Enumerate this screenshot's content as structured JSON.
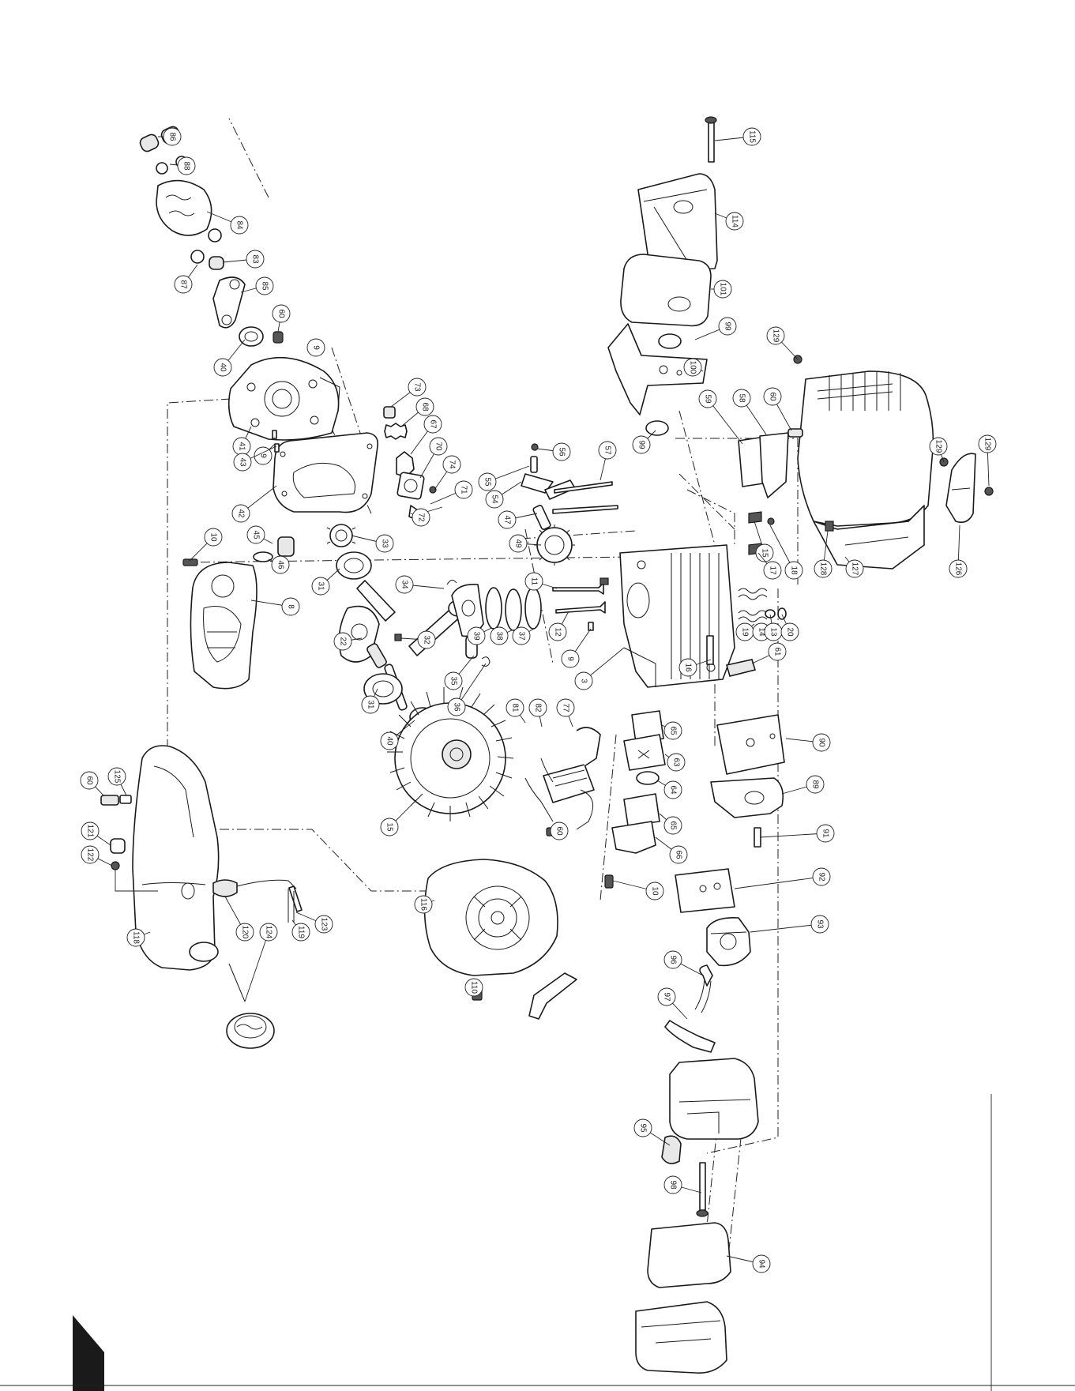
{
  "callouts": [
    {
      "n": "86"
    },
    {
      "n": "88"
    },
    {
      "n": "84"
    },
    {
      "n": "83"
    },
    {
      "n": "87"
    },
    {
      "n": "85"
    },
    {
      "n": "60"
    },
    {
      "n": "40"
    },
    {
      "n": "9"
    },
    {
      "n": "41"
    },
    {
      "n": "9"
    },
    {
      "n": "43"
    },
    {
      "n": "42"
    },
    {
      "n": "73"
    },
    {
      "n": "68"
    },
    {
      "n": "67"
    },
    {
      "n": "70"
    },
    {
      "n": "74"
    },
    {
      "n": "72"
    },
    {
      "n": "71"
    },
    {
      "n": "33"
    },
    {
      "n": "10"
    },
    {
      "n": "45"
    },
    {
      "n": "46"
    },
    {
      "n": "8"
    },
    {
      "n": "31"
    },
    {
      "n": "34"
    },
    {
      "n": "22"
    },
    {
      "n": "32"
    },
    {
      "n": "35"
    },
    {
      "n": "36"
    },
    {
      "n": "39"
    },
    {
      "n": "38"
    },
    {
      "n": "37"
    },
    {
      "n": "31"
    },
    {
      "n": "40"
    },
    {
      "n": "11"
    },
    {
      "n": "12"
    },
    {
      "n": "9"
    },
    {
      "n": "3"
    },
    {
      "n": "56"
    },
    {
      "n": "55"
    },
    {
      "n": "54"
    },
    {
      "n": "57"
    },
    {
      "n": "47"
    },
    {
      "n": "49"
    },
    {
      "n": "115"
    },
    {
      "n": "114"
    },
    {
      "n": "101"
    },
    {
      "n": "99"
    },
    {
      "n": "100"
    },
    {
      "n": "99"
    },
    {
      "n": "59"
    },
    {
      "n": "58"
    },
    {
      "n": "60"
    },
    {
      "n": "129"
    },
    {
      "n": "129"
    },
    {
      "n": "129"
    },
    {
      "n": "126"
    },
    {
      "n": "127"
    },
    {
      "n": "128"
    },
    {
      "n": "15"
    },
    {
      "n": "17"
    },
    {
      "n": "18"
    },
    {
      "n": "19"
    },
    {
      "n": "14"
    },
    {
      "n": "13"
    },
    {
      "n": "20"
    },
    {
      "n": "16"
    },
    {
      "n": "61"
    },
    {
      "n": "81"
    },
    {
      "n": "82"
    },
    {
      "n": "77"
    },
    {
      "n": "15"
    },
    {
      "n": "60"
    },
    {
      "n": "65"
    },
    {
      "n": "63"
    },
    {
      "n": "64"
    },
    {
      "n": "65"
    },
    {
      "n": "66"
    },
    {
      "n": "10"
    },
    {
      "n": "90"
    },
    {
      "n": "89"
    },
    {
      "n": "91"
    },
    {
      "n": "92"
    },
    {
      "n": "93"
    },
    {
      "n": "60"
    },
    {
      "n": "125"
    },
    {
      "n": "121"
    },
    {
      "n": "122"
    },
    {
      "n": "118"
    },
    {
      "n": "120"
    },
    {
      "n": "119"
    },
    {
      "n": "123"
    },
    {
      "n": "124"
    },
    {
      "n": "116"
    },
    {
      "n": "110"
    },
    {
      "n": "96"
    },
    {
      "n": "97"
    },
    {
      "n": "95"
    },
    {
      "n": "98"
    },
    {
      "n": "94"
    }
  ]
}
